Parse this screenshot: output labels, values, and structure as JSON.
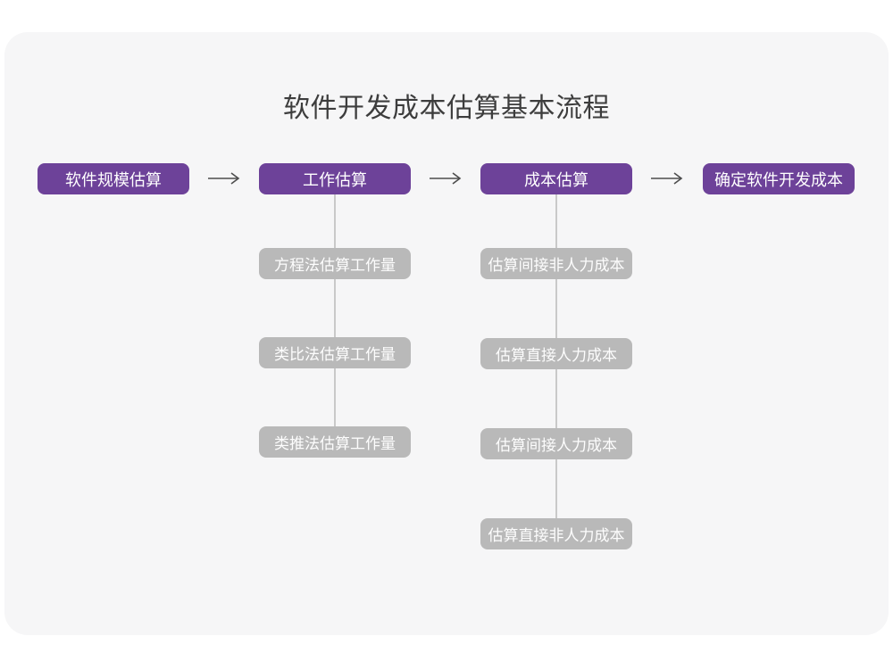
{
  "title": "软件开发成本估算基本流程",
  "colors": {
    "page_background": "#ffffff",
    "card_background": "#f6f6f7",
    "step_box": "#6d4299",
    "sub_step_box": "#b9b9b9",
    "box_text": "#ffffff",
    "title_text": "#3d3d3d",
    "arrow": "#4d4d4d",
    "connector_line": "#c9c9c9"
  },
  "flow": {
    "steps": [
      {
        "label": "软件规模估算"
      },
      {
        "label": "工作估算"
      },
      {
        "label": "成本估算"
      },
      {
        "label": "确定软件开发成本"
      }
    ],
    "work_estimation_methods": [
      {
        "label": "方程法估算工作量"
      },
      {
        "label": "类比法估算工作量"
      },
      {
        "label": "类推法估算工作量"
      }
    ],
    "cost_estimation_methods": [
      {
        "label": "估算间接非人力成本"
      },
      {
        "label": "估算直接人力成本"
      },
      {
        "label": "估算间接人力成本"
      },
      {
        "label": "估算直接非人力成本"
      }
    ]
  }
}
